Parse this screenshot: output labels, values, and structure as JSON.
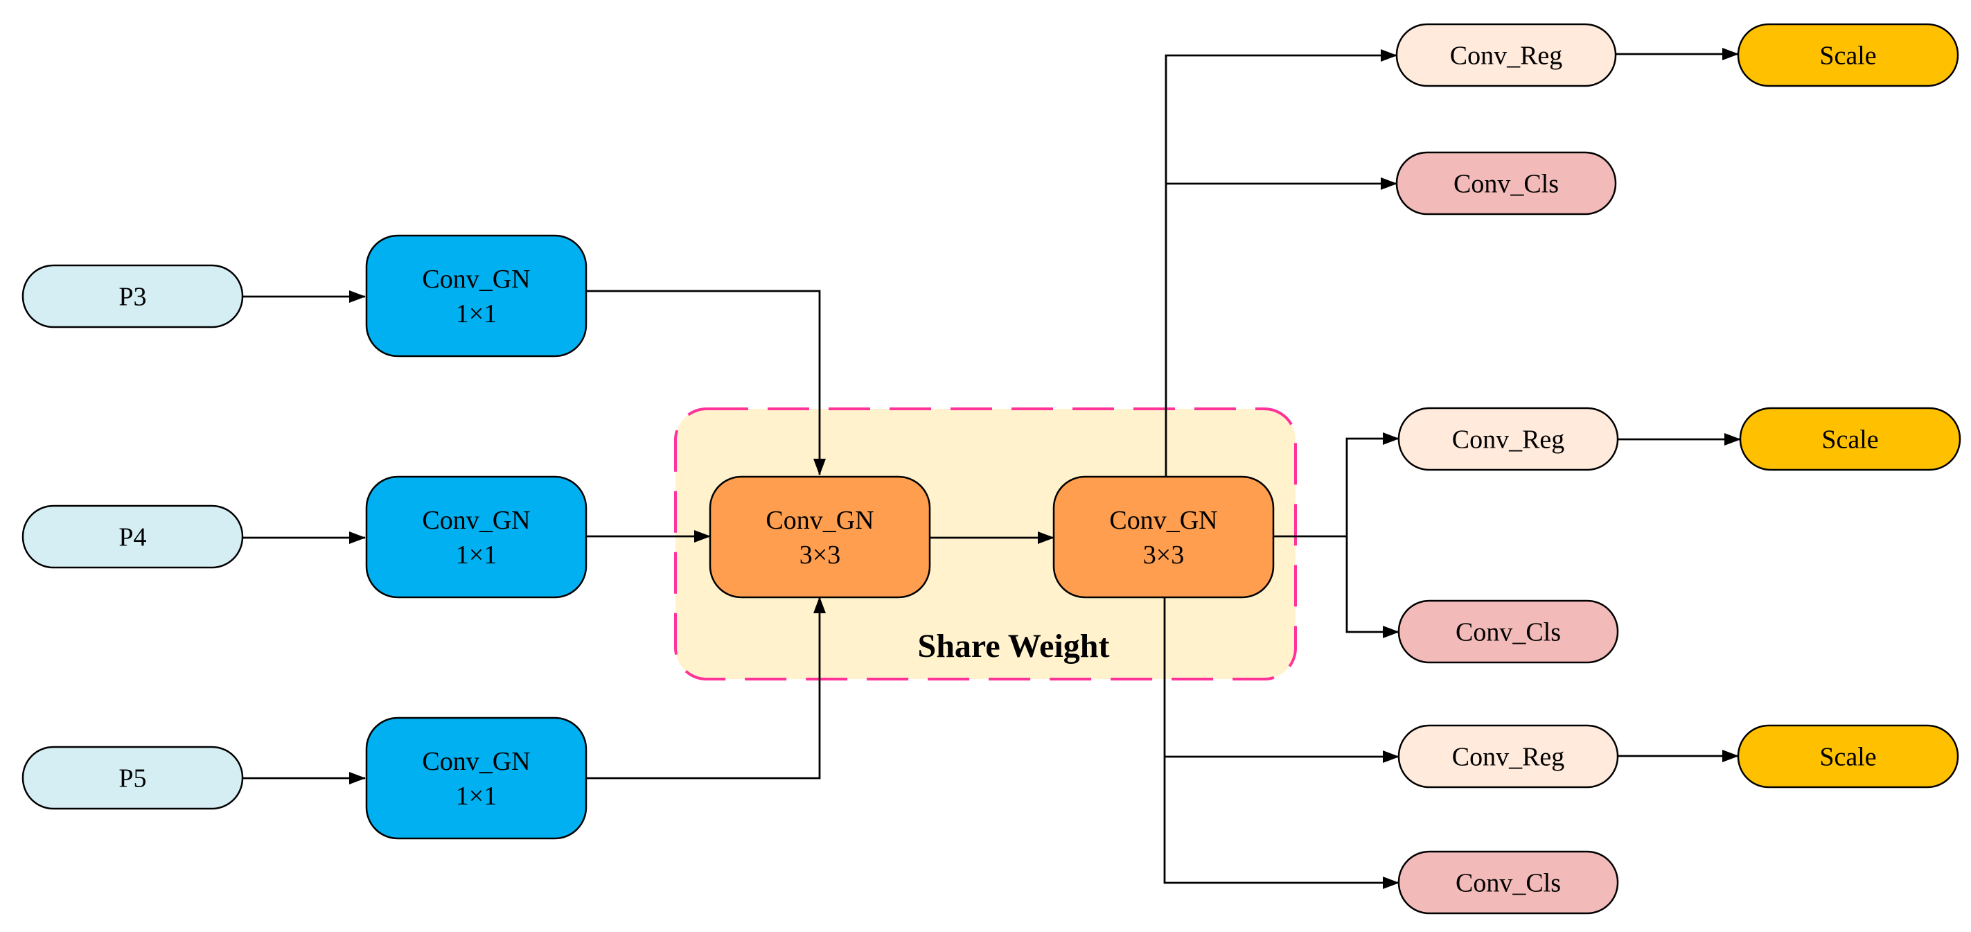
{
  "group": {
    "label": "Share Weight",
    "fill": "#FFF2CC",
    "border": "#FF3399"
  },
  "colors": {
    "input": "#D4EEF3",
    "conv1x1": "#00B0F0",
    "shared": "#FF9E4F",
    "reg": "#FFEADC",
    "cls": "#F2BAB8",
    "scale": "#FFC000"
  },
  "nodes": [
    {
      "id": "p3",
      "lines": [
        "P3"
      ],
      "color": "input"
    },
    {
      "id": "p4",
      "lines": [
        "P4"
      ],
      "color": "input"
    },
    {
      "id": "p5",
      "lines": [
        "P5"
      ],
      "color": "input"
    },
    {
      "id": "conv-gn-p3",
      "lines": [
        "Conv_GN",
        "1×1"
      ],
      "color": "conv1x1"
    },
    {
      "id": "conv-gn-p4",
      "lines": [
        "Conv_GN",
        "1×1"
      ],
      "color": "conv1x1"
    },
    {
      "id": "conv-gn-p5",
      "lines": [
        "Conv_GN",
        "1×1"
      ],
      "color": "conv1x1"
    },
    {
      "id": "shared-conv-gn-a",
      "lines": [
        "Conv_GN",
        "3×3"
      ],
      "color": "shared"
    },
    {
      "id": "shared-conv-gn-b",
      "lines": [
        "Conv_GN",
        "3×3"
      ],
      "color": "shared"
    },
    {
      "id": "conv-reg-top",
      "lines": [
        "Conv_Reg"
      ],
      "color": "reg"
    },
    {
      "id": "conv-cls-top",
      "lines": [
        "Conv_Cls"
      ],
      "color": "cls"
    },
    {
      "id": "scale-top",
      "lines": [
        "Scale"
      ],
      "color": "scale"
    },
    {
      "id": "conv-reg-mid",
      "lines": [
        "Conv_Reg"
      ],
      "color": "reg"
    },
    {
      "id": "conv-cls-mid",
      "lines": [
        "Conv_Cls"
      ],
      "color": "cls"
    },
    {
      "id": "scale-mid",
      "lines": [
        "Scale"
      ],
      "color": "scale"
    },
    {
      "id": "conv-reg-bot",
      "lines": [
        "Conv_Reg"
      ],
      "color": "reg"
    },
    {
      "id": "conv-cls-bot",
      "lines": [
        "Conv_Cls"
      ],
      "color": "cls"
    },
    {
      "id": "scale-bot",
      "lines": [
        "Scale"
      ],
      "color": "scale"
    }
  ],
  "edges": [
    [
      "p3",
      "conv-gn-p3"
    ],
    [
      "p4",
      "conv-gn-p4"
    ],
    [
      "p5",
      "conv-gn-p5"
    ],
    [
      "conv-gn-p3",
      "shared-conv-gn-a"
    ],
    [
      "conv-gn-p4",
      "shared-conv-gn-a"
    ],
    [
      "conv-gn-p5",
      "shared-conv-gn-a"
    ],
    [
      "shared-conv-gn-a",
      "shared-conv-gn-b"
    ],
    [
      "shared-conv-gn-b",
      "conv-reg-top"
    ],
    [
      "shared-conv-gn-b",
      "conv-cls-top"
    ],
    [
      "shared-conv-gn-b",
      "conv-reg-mid"
    ],
    [
      "shared-conv-gn-b",
      "conv-cls-mid"
    ],
    [
      "shared-conv-gn-b",
      "conv-reg-bot"
    ],
    [
      "shared-conv-gn-b",
      "conv-cls-bot"
    ],
    [
      "conv-reg-top",
      "scale-top"
    ],
    [
      "conv-reg-mid",
      "scale-mid"
    ],
    [
      "conv-reg-bot",
      "scale-bot"
    ]
  ]
}
